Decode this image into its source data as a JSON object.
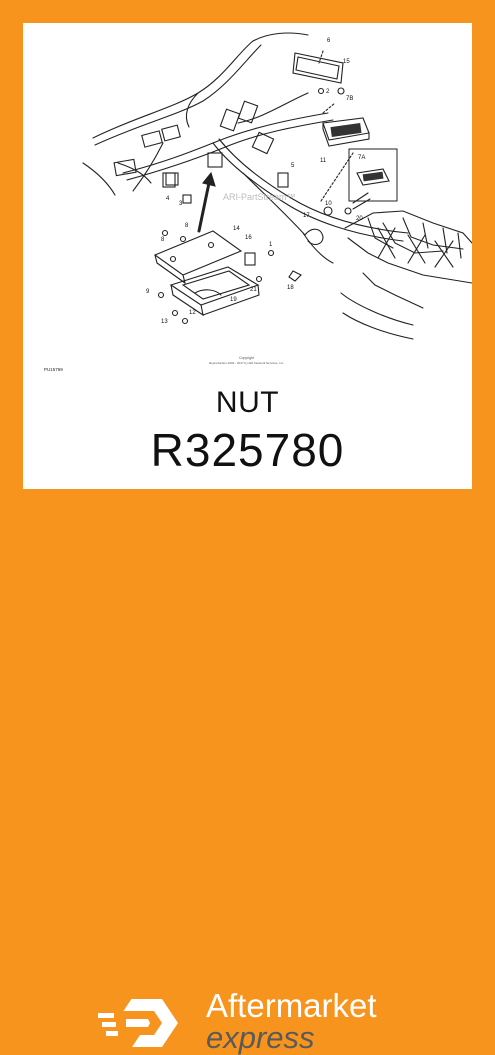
{
  "colors": {
    "frame": "#f7941d",
    "card": "#ffffff",
    "brand_secondary": "#5a5a5a"
  },
  "diagram": {
    "callouts": [
      "6",
      "15",
      "2",
      "7B",
      "11",
      "5",
      "7A",
      "10",
      "20",
      "17",
      "4",
      "3",
      "8",
      "14",
      "16",
      "1",
      "8",
      "21",
      "18",
      "9",
      "19",
      "12",
      "13"
    ],
    "watermark": "ARI-PartStream™",
    "copyright_line1": "Copyright",
    "copyright_line2": "Reproduction 2004 - 2017 by ARI Network Services, Inc.",
    "figure_id": "PU15769"
  },
  "part": {
    "name": "NUT",
    "number": "R325780"
  },
  "brand": {
    "line1": "Aftermarket",
    "line2": "express",
    "logo_icon": "hexagon-speed-logo"
  }
}
